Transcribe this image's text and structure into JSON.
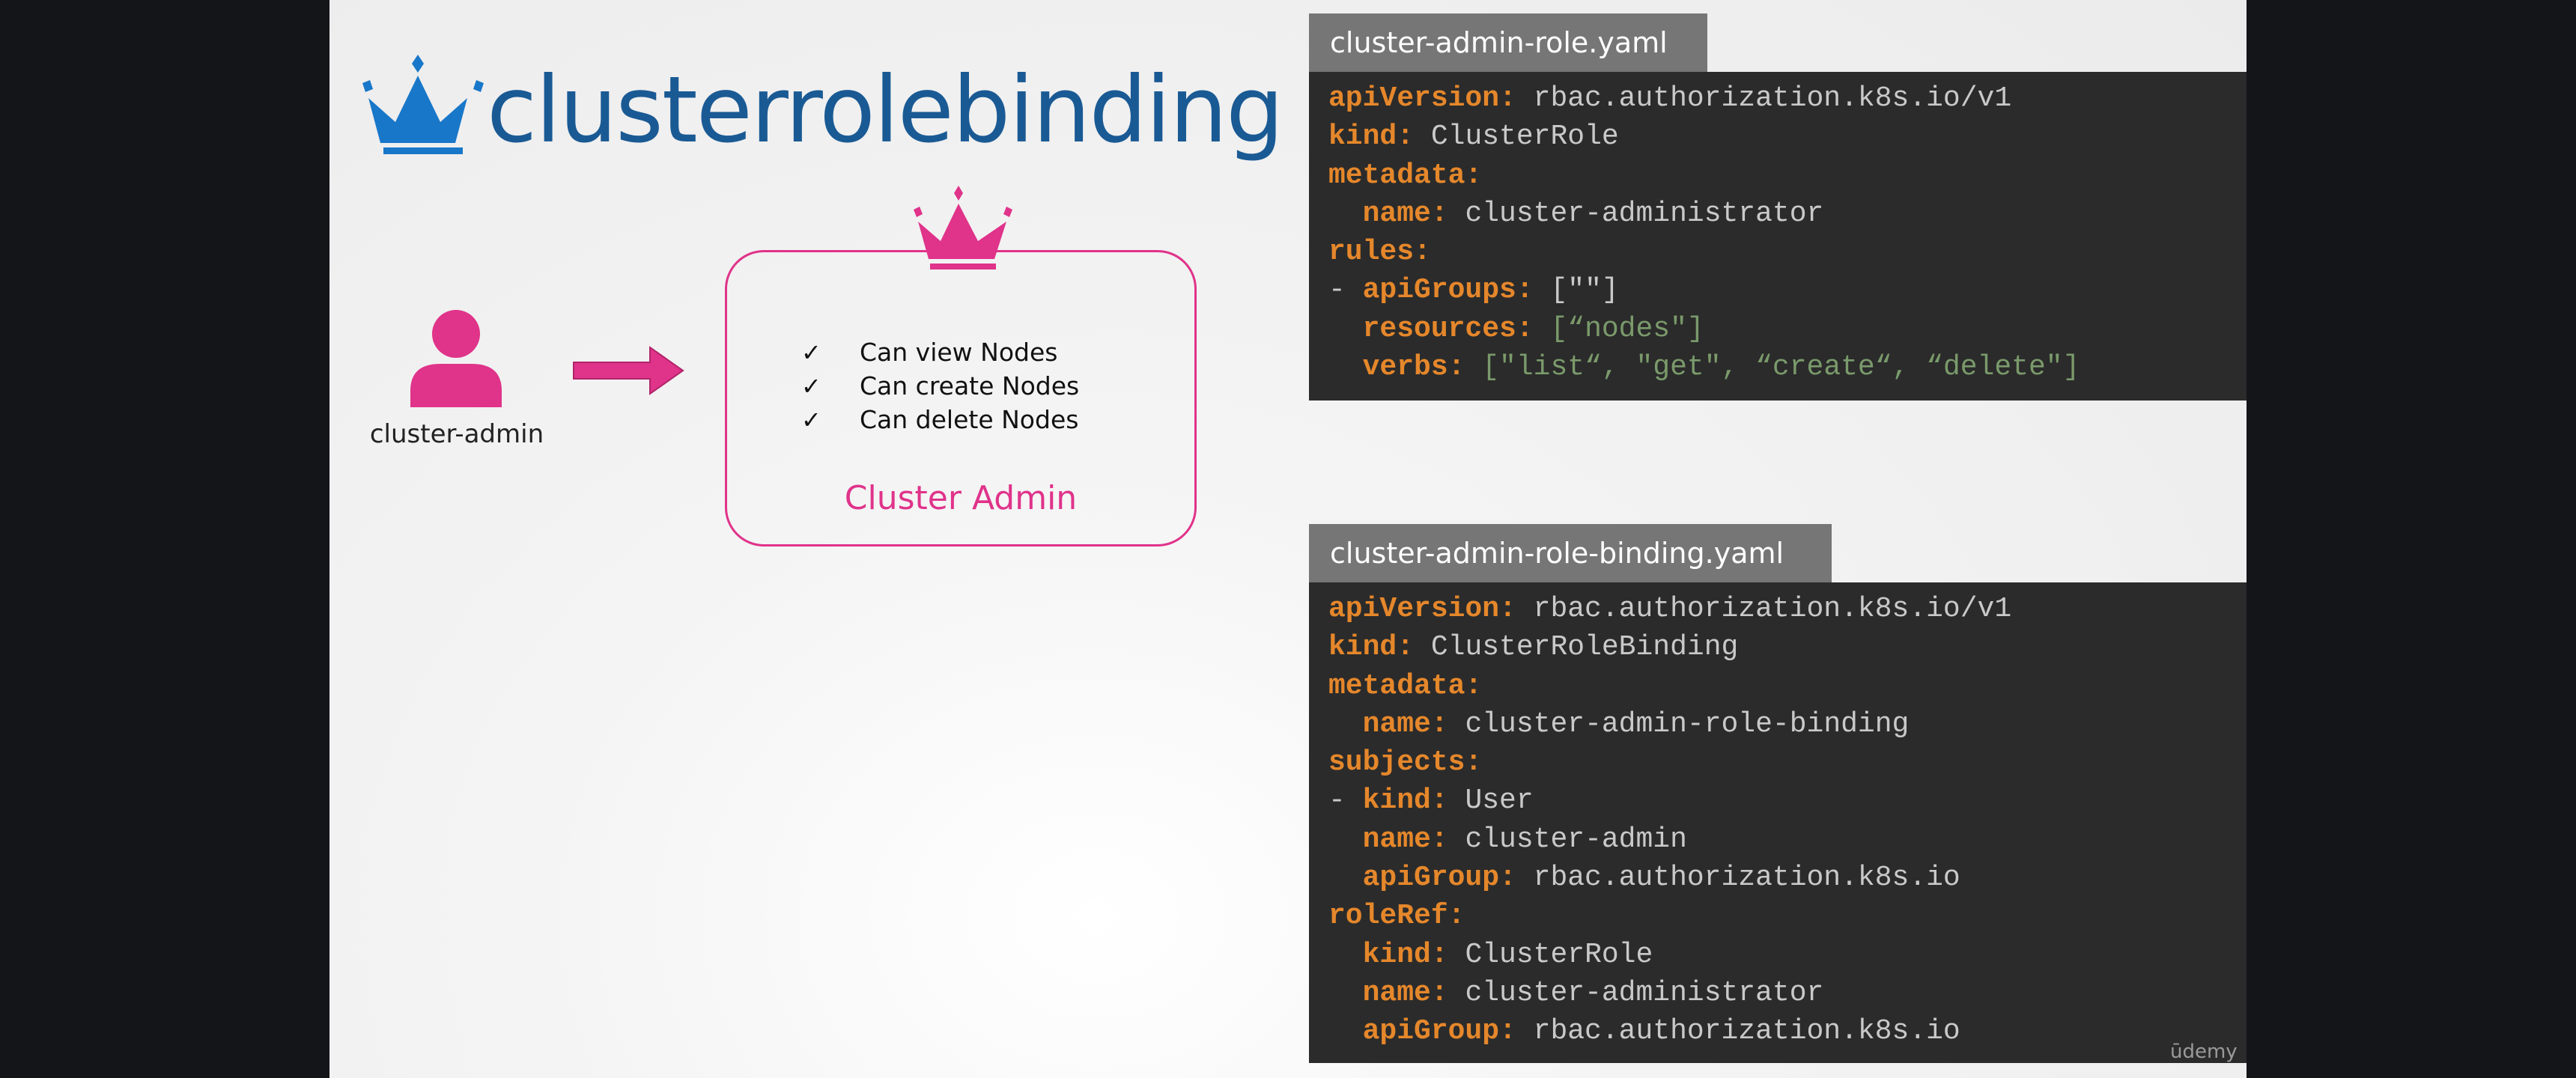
{
  "title": "clusterrolebinding",
  "colors": {
    "title_blue": "#1a5a94",
    "crown_blue": "#1877c9",
    "accent_pink": "#e0338a",
    "code_bg": "#2b2b2b",
    "code_key": "#e5872b",
    "tab_bg": "#767676"
  },
  "user": {
    "icon": "person-icon",
    "label": "cluster-admin"
  },
  "role": {
    "icon": "crown-icon",
    "permissions": [
      "Can view Nodes",
      "Can create Nodes",
      "Can delete Nodes"
    ],
    "check_glyph": "✓",
    "name": "Cluster Admin"
  },
  "role_file": {
    "filename": "cluster-admin-role.yaml",
    "lines": [
      {
        "indent": "",
        "key": "apiVersion:",
        "value": " rbac.authorization.k8s.io/v1"
      },
      {
        "indent": "",
        "key": "kind:",
        "value": " ClusterRole"
      },
      {
        "indent": "",
        "key": "metadata:",
        "value": ""
      },
      {
        "indent": "  ",
        "key": "name:",
        "value": " cluster-administrator"
      },
      {
        "indent": "",
        "key": "rules:",
        "value": ""
      },
      {
        "indent": "- ",
        "key": "apiGroups:",
        "value": " [\"\"]"
      },
      {
        "indent": "  ",
        "key": "resources:",
        "value": " [“nodes\"]"
      },
      {
        "indent": "  ",
        "key": "verbs:",
        "value": " [\"list“, \"get\", “create“, “delete\"]"
      }
    ]
  },
  "binding_file": {
    "filename": "cluster-admin-role-binding.yaml",
    "lines": [
      {
        "indent": "",
        "key": "apiVersion:",
        "value": " rbac.authorization.k8s.io/v1"
      },
      {
        "indent": "",
        "key": "kind:",
        "value": " ClusterRoleBinding"
      },
      {
        "indent": "",
        "key": "metadata:",
        "value": ""
      },
      {
        "indent": "  ",
        "key": "name:",
        "value": " cluster-admin-role-binding"
      },
      {
        "indent": "",
        "key": "subjects:",
        "value": ""
      },
      {
        "indent": "- ",
        "key": "kind:",
        "value": " User"
      },
      {
        "indent": "  ",
        "key": "name:",
        "value": " cluster-admin"
      },
      {
        "indent": "  ",
        "key": "apiGroup:",
        "value": " rbac.authorization.k8s.io"
      },
      {
        "indent": "",
        "key": "roleRef:",
        "value": ""
      },
      {
        "indent": "  ",
        "key": "kind:",
        "value": " ClusterRole"
      },
      {
        "indent": "  ",
        "key": "name:",
        "value": " cluster-administrator"
      },
      {
        "indent": "  ",
        "key": "apiGroup:",
        "value": " rbac.authorization.k8s.io"
      }
    ]
  },
  "watermark": "ūdemy"
}
